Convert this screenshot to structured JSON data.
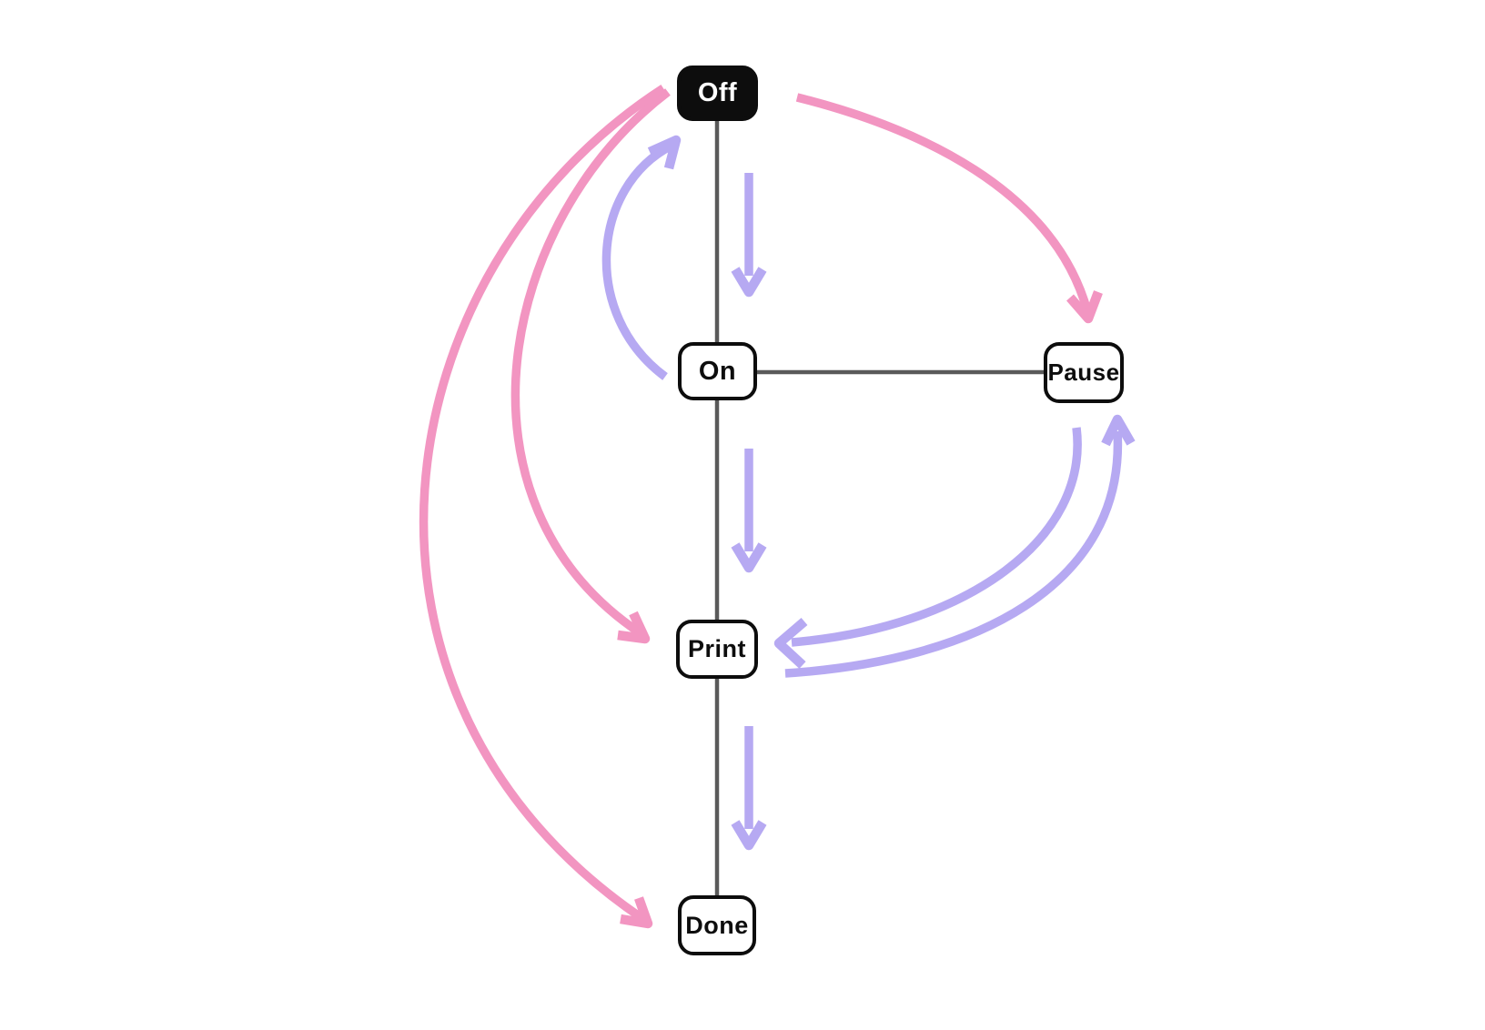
{
  "diagram": {
    "title": "printer-state-machine",
    "background": "#ffffff",
    "colors": {
      "pink": "#F295C1",
      "purple": "#B6A9F2",
      "line_gray": "#5A5A5A",
      "node_border": "#0D0D0D",
      "node_fill_dark": "#0D0D0D",
      "node_fill_light": "#FFFFFF"
    },
    "nodes": {
      "off": {
        "label": "Off",
        "fill": "#0D0D0D",
        "text_color": "#FFFFFF"
      },
      "on": {
        "label": "On",
        "fill": "#FFFFFF",
        "text_color": "#0D0D0D"
      },
      "pause": {
        "label": "Pause",
        "fill": "#FFFFFF",
        "text_color": "#0D0D0D"
      },
      "print": {
        "label": "Print",
        "fill": "#FFFFFF",
        "text_color": "#0D0D0D"
      },
      "done": {
        "label": "Done",
        "fill": "#FFFFFF",
        "text_color": "#0D0D0D"
      }
    },
    "links": [
      {
        "from": "Off",
        "to": "On",
        "style": "plain-line",
        "color": "#5A5A5A"
      },
      {
        "from": "On",
        "to": "Pause",
        "style": "plain-line",
        "color": "#5A5A5A"
      },
      {
        "from": "On",
        "to": "Print",
        "style": "plain-line",
        "color": "#5A5A5A"
      },
      {
        "from": "Print",
        "to": "Done",
        "style": "plain-line",
        "color": "#5A5A5A"
      }
    ],
    "transitions": [
      {
        "from": "Off",
        "to": "On",
        "shape": "straight-arrow",
        "color": "#B6A9F2"
      },
      {
        "from": "On",
        "to": "Off",
        "shape": "curved-arrow",
        "color": "#B6A9F2"
      },
      {
        "from": "On",
        "to": "Print",
        "shape": "straight-arrow",
        "color": "#B6A9F2"
      },
      {
        "from": "Print",
        "to": "Done",
        "shape": "straight-arrow",
        "color": "#B6A9F2"
      },
      {
        "from": "Pause",
        "to": "Print",
        "shape": "curved-arrow",
        "color": "#B6A9F2"
      },
      {
        "from": "Print",
        "to": "Pause",
        "shape": "curved-arrow",
        "color": "#B6A9F2"
      },
      {
        "from": "Off",
        "to": "Pause",
        "shape": "curved-arrow",
        "color": "#F295C1"
      },
      {
        "from": "Off",
        "to": "Print",
        "shape": "curved-arrow",
        "color": "#F295C1"
      },
      {
        "from": "Off",
        "to": "Done",
        "shape": "curved-arrow",
        "color": "#F295C1"
      }
    ]
  }
}
